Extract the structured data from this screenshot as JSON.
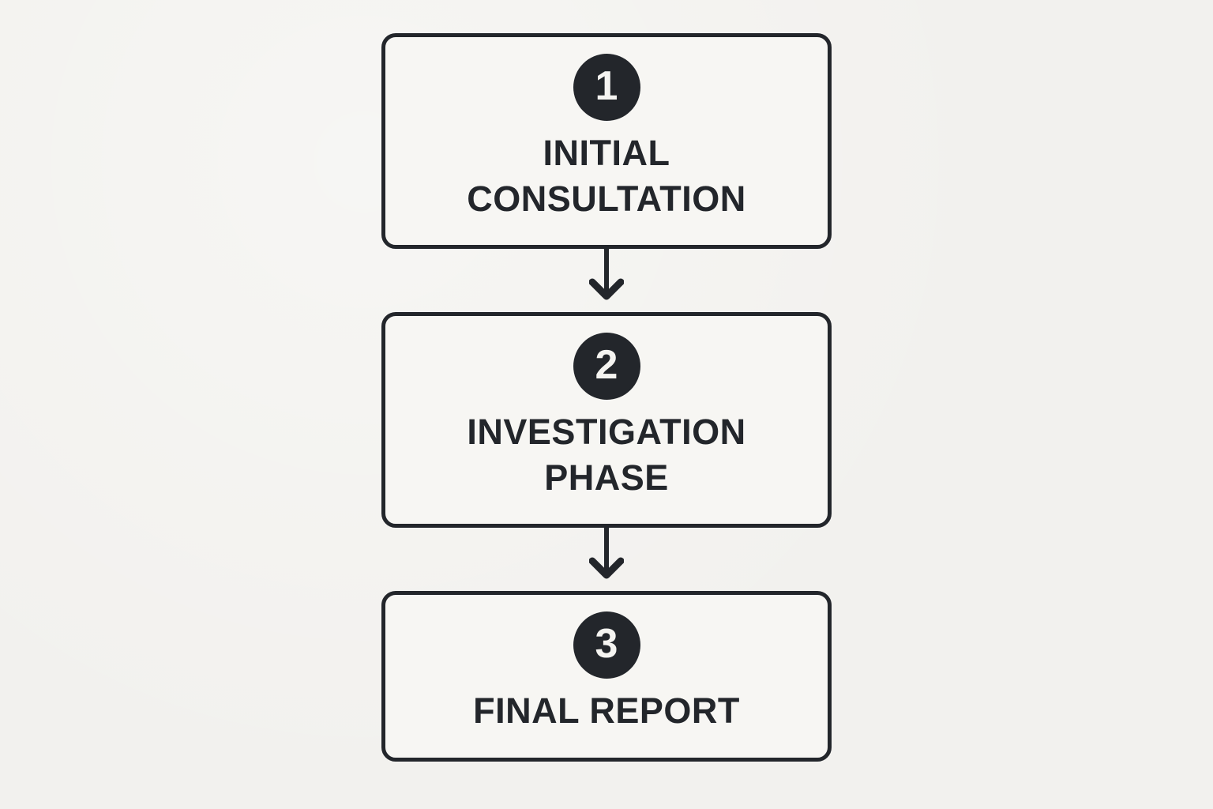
{
  "page": {
    "background_color": "#f2f1ee"
  },
  "flowchart": {
    "type": "vertical-process-flow",
    "ink_color": "#23262b",
    "box_fill_color": "#f7f6f3",
    "badge_number_color": "#f5f4f1",
    "steps": [
      {
        "number": "1",
        "label": "INITIAL CONSULTATION"
      },
      {
        "number": "2",
        "label": "INVESTIGATION PHASE"
      },
      {
        "number": "3",
        "label": "FINAL REPORT"
      }
    ]
  }
}
